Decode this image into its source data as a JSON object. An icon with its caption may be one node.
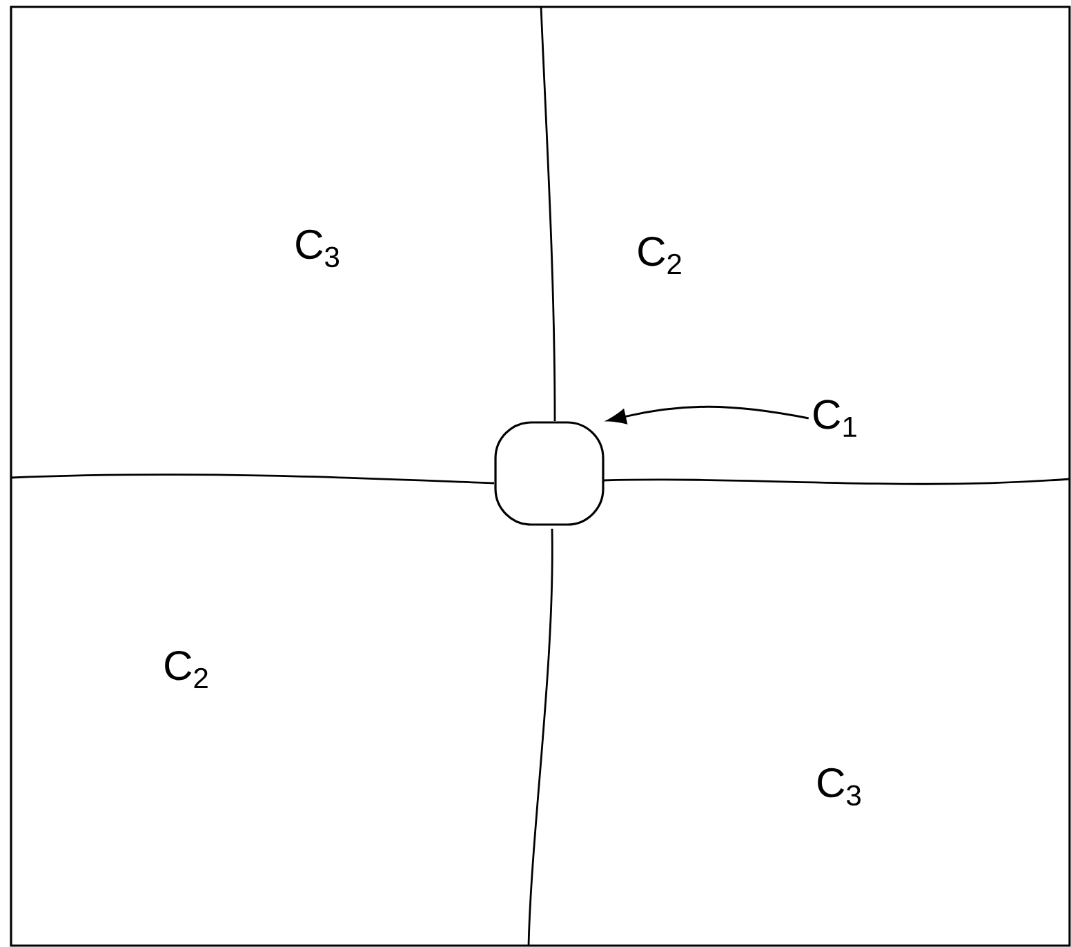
{
  "diagram": {
    "nodes": [
      {
        "text": [
          "C$_{1}$"
        ]
      },
      {
        "text": [],
        "shape": "circle"
      }
    ],
    "edges": [
      {
        "from": 0,
        "to": 1,
        "arrow": "to"
      }
    ],
    "labels": [
      "C$_{3}$",
      "C$_{2}$",
      "C$_{2}$",
      "C$_{3}$"
    ]
  }
}
